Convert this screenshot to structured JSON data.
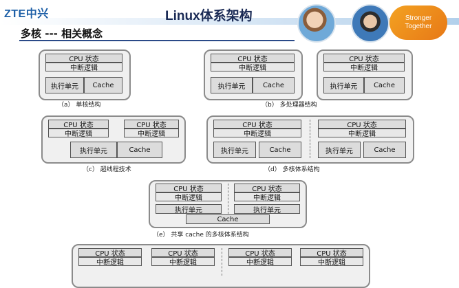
{
  "header": {
    "logo": "ZTE中兴",
    "title": "Linux体系架构",
    "section_title": "多核 --- 相关概念",
    "badge_line1": "Stronger",
    "badge_line2": "Together"
  },
  "labels": {
    "cpu_state": "CPU 状态",
    "interrupt_logic": "中断逻辑",
    "exec_unit": "执行单元",
    "cache": "Cache",
    "cache_lower": "Cache"
  },
  "captions": {
    "a": "（a） 单核结构",
    "b": "（b） 多处理器结构",
    "c": "（c） 超线程技术",
    "d": "（d） 多核体系结构",
    "e": "（e） 共享 cache 的多核体系结构"
  }
}
